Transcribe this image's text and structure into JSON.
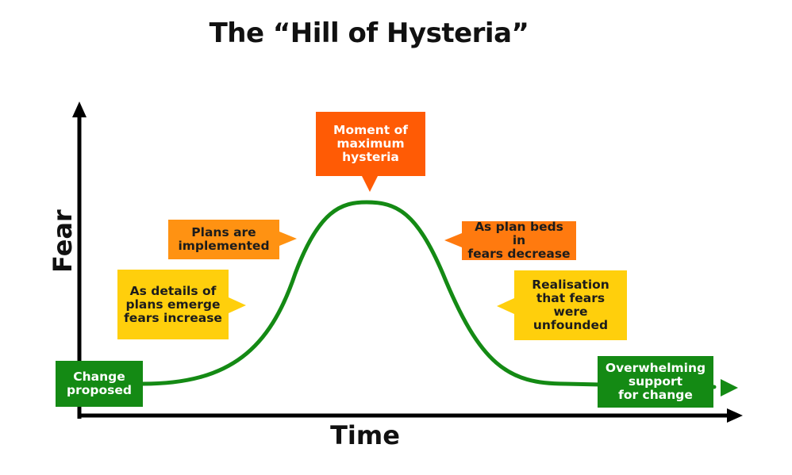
{
  "title": "The “Hill of Hysteria”",
  "axes": {
    "y_label": "Fear",
    "x_label": "Time"
  },
  "labels": {
    "change_proposed": [
      "Change",
      "proposed"
    ],
    "details_emerge": [
      "As details of",
      "plans emerge",
      "fears increase"
    ],
    "plans_implemented": [
      "Plans are",
      "implemented"
    ],
    "max_hysteria": [
      "Moment of",
      "maximum",
      "hysteria"
    ],
    "plan_beds_in": [
      "As plan beds in",
      "fears decrease"
    ],
    "realisation": [
      "Realisation",
      "that fears",
      "were",
      "unfounded"
    ],
    "overwhelming_support": [
      "Overwhelming",
      "support",
      "for change"
    ]
  },
  "colors": {
    "curve": "#148a14",
    "axis": "#000000",
    "green": "#148a14",
    "yellow": "#ffcf0c",
    "orange": "#ff9212",
    "dark_orange": "#ff7a0f",
    "red_orange": "#ff5b05"
  }
}
